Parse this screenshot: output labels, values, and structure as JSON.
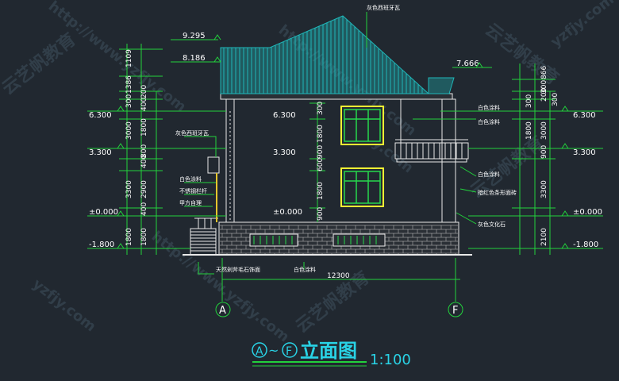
{
  "watermarks": {
    "url": "http://www.yzfjy.com",
    "brand": "云艺帆教育",
    "short": "yzfjy.com"
  },
  "levels": {
    "left": [
      "6.300",
      "3.300",
      "±0.000",
      "-1.800"
    ],
    "right": [
      "6.300",
      "3.300",
      "±0.000",
      "-1.800"
    ],
    "inner": [
      "6.300",
      "3.300",
      "±0.000"
    ],
    "ridge": "9.295",
    "eave_left": "8.186",
    "eave_right": "7.666"
  },
  "dims_left_outer": [
    "1109",
    "1386",
    "300",
    "3000",
    "3300",
    "1800"
  ],
  "dims_left_inner": [
    "200",
    "400",
    "1800",
    "800",
    "400",
    "2900",
    "400",
    "1800"
  ],
  "dims_center": [
    "300",
    "1800",
    "900",
    "600",
    "1800",
    "900"
  ],
  "dims_right_inner": [
    "866",
    "300",
    "200",
    "300",
    "3000",
    "900",
    "3300",
    "2100"
  ],
  "dims_right_outer": [
    "300",
    "1800"
  ],
  "dims_bottom": "12300",
  "notes": {
    "roof_top": "灰色西班牙瓦",
    "left_roof": "灰色西班牙瓦",
    "white_paint_left": "白色涂料",
    "steel_rail": "不锈钢栏杆",
    "planter": "甲方自理",
    "base_stone": "天然剁斧毛石饰面",
    "white_paint_bottom": "白色涂料",
    "right_white_1": "白色涂料",
    "right_white_2": "白色涂料",
    "right_white_3": "白色涂料",
    "right_tile": "暗红色条形面砖",
    "right_stone": "灰色文化石"
  },
  "axes": {
    "left": "A",
    "right": "F"
  },
  "title": {
    "left_axis": "A",
    "tilde": "~",
    "right_axis": "F",
    "name": "立面图",
    "scale": "1:100"
  },
  "colors": {
    "background": "#212830",
    "roof": "#1fb6b8",
    "dim_line": "#22d23c",
    "wall_line": "#e9e9e9",
    "window_yellow": "#ffff33",
    "window_green": "#27d84c",
    "title": "#29d3e6"
  }
}
